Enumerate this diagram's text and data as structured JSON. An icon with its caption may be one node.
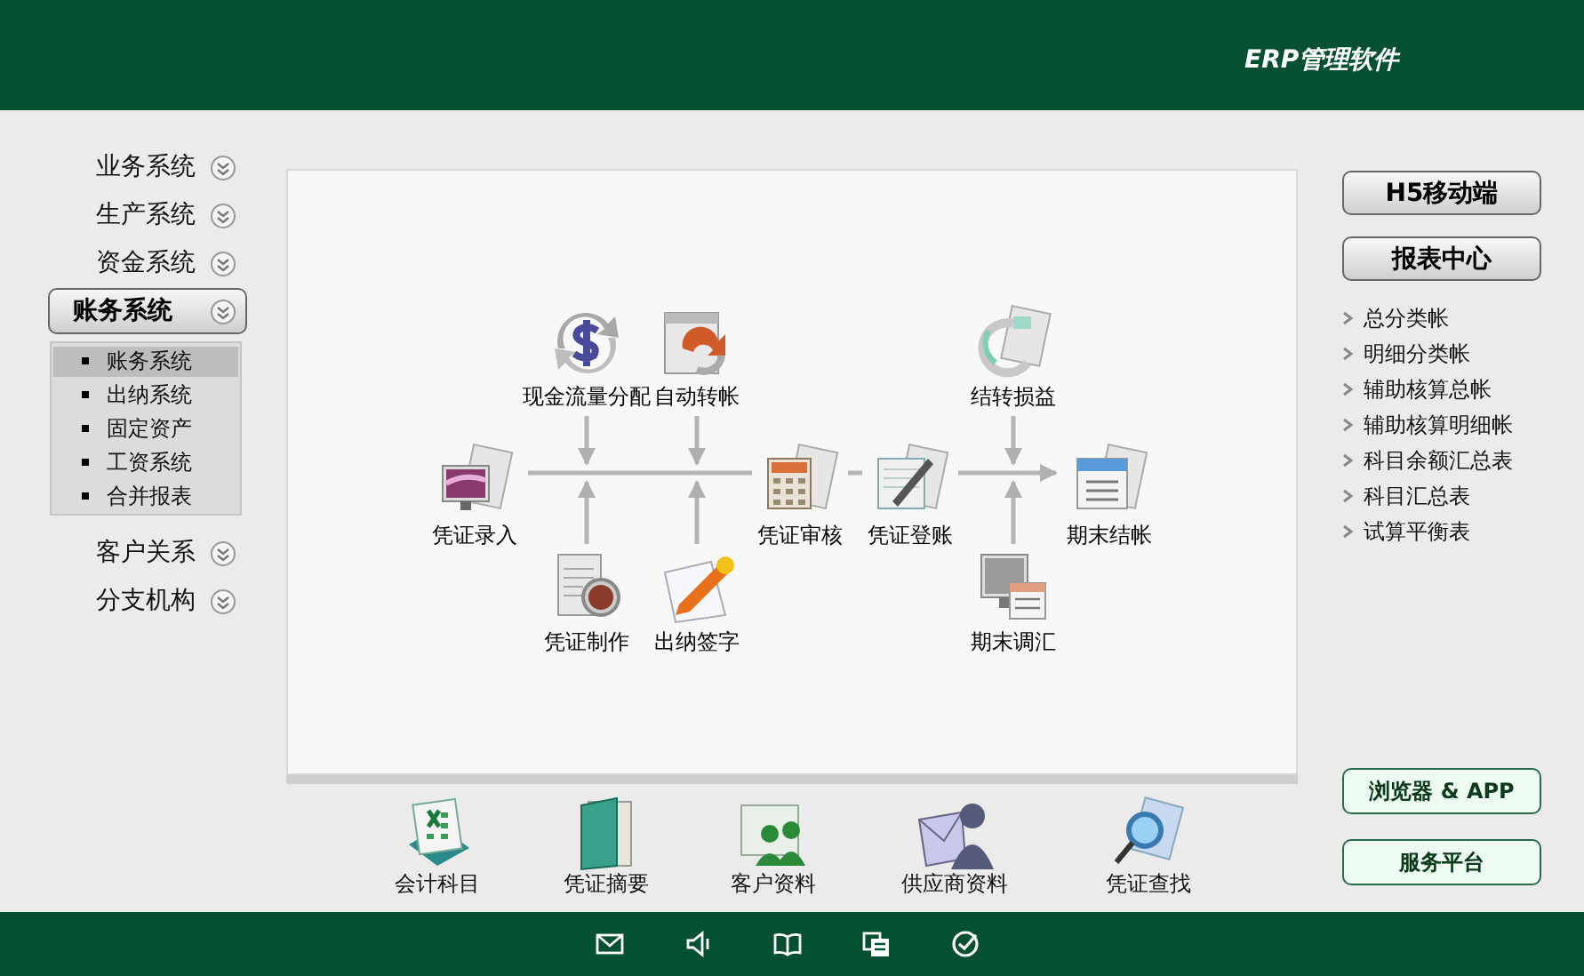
{
  "diagram": {
    "nodes": [
      {
        "text": [
          "现金流量分配"
        ]
      },
      {
        "text": [
          "自动转帐"
        ]
      },
      {
        "text": [
          "结转损益"
        ]
      },
      {
        "text": [
          "凭证录入"
        ]
      },
      {
        "text": [
          "凭证审核"
        ]
      },
      {
        "text": [
          "凭证登账"
        ]
      },
      {
        "text": [
          "期末结帐"
        ]
      },
      {
        "text": [
          "凭证制作"
        ]
      },
      {
        "text": [
          "出纳签字"
        ]
      },
      {
        "text": [
          "期末调汇"
        ]
      }
    ],
    "edges": [
      {
        "from": 3,
        "to": 4,
        "arrow": "none"
      },
      {
        "from": 4,
        "to": 5,
        "arrow": "none"
      },
      {
        "from": 5,
        "to": 6,
        "arrow": "to"
      },
      {
        "from": 0,
        "to": null,
        "arrow": "to"
      },
      {
        "from": 1,
        "to": null,
        "arrow": "to"
      },
      {
        "from": 2,
        "to": null,
        "arrow": "to"
      },
      {
        "from": 7,
        "to": null,
        "arrow": "to"
      },
      {
        "from": 8,
        "to": null,
        "arrow": "to"
      },
      {
        "from": 9,
        "to": null,
        "arrow": "to"
      }
    ],
    "labels": [
      "ERP管理软件",
      "业务系统",
      "生产系统",
      "资金系统",
      "账务系统",
      "账务系统",
      "出纳系统",
      "固定资产",
      "工资系统",
      "合并报表",
      "客户关系",
      "分支机构",
      "H5移动端",
      "报表中心",
      "总分类帐",
      "明细分类帐",
      "辅助核算总帐",
      "辅助核算明细帐",
      "科目余额汇总表",
      "科目汇总表",
      "试算平衡表",
      "浏览器 & APP",
      "服务平台",
      "会计科目",
      "凭证摘要",
      "客户资料",
      "供应商资料",
      "凭证查找"
    ]
  }
}
